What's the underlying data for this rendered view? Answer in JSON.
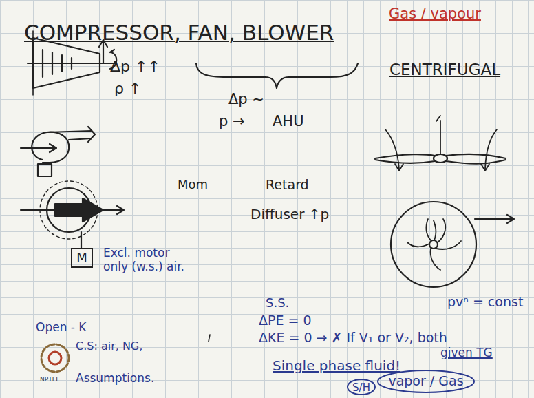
{
  "diagram": {
    "title": "COMPRESSOR, FAN, BLOWER",
    "nodes": [
      {
        "text": [
          "M"
        ]
      },
      {
        "text": [
          "S/H"
        ]
      },
      {
        "text": [
          "vapor / Gas"
        ]
      }
    ],
    "labels": [
      "Gas / vapour",
      "CENTRIFUGAL",
      "Δp ↑↑",
      "ρ ↑",
      "Δp ~",
      "p →",
      "AHU",
      "Mom",
      "Retard",
      "Diffuser ↑p",
      "Excl. motor only (w.s.) air.",
      "Open - K",
      "C.S: air, NG,",
      "Assumptions.",
      "S.S.",
      "ΔPE = 0",
      "ΔKE = 0 → ✗ If V₁ or V₂, both",
      "given TG",
      "pvⁿ = const",
      "Single phase fluid!",
      "NPTEL"
    ]
  }
}
